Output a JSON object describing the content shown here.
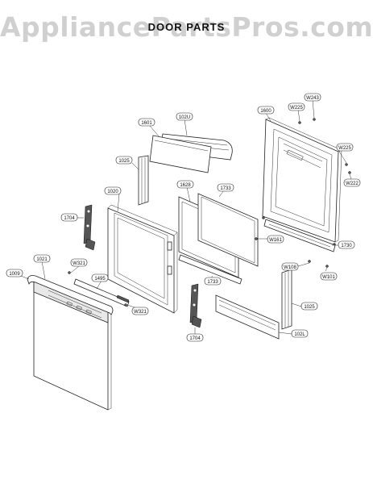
{
  "watermark": "AppliancePartsPros.com",
  "title": "DOOR PARTS",
  "labels": {
    "l1601": "1601",
    "l102u": "102U",
    "l1600": "1600",
    "lw243": "W243",
    "lw225a": "W225",
    "lw225b": "W225",
    "lw222": "W222",
    "l1025a": "1025",
    "l1020": "1020",
    "l1628": "1628",
    "l1733a": "1733",
    "l1704a": "1704",
    "lw161": "W161",
    "l1730": "1730",
    "lw108": "W108",
    "lw101": "W101",
    "l1021": "1021",
    "lw321a": "W321",
    "l1009": "1009",
    "l1495": "1495",
    "l1733b": "1733",
    "lw321b": "W321",
    "l1025b": "1025",
    "l102l": "102L",
    "l1704b": "1704"
  }
}
